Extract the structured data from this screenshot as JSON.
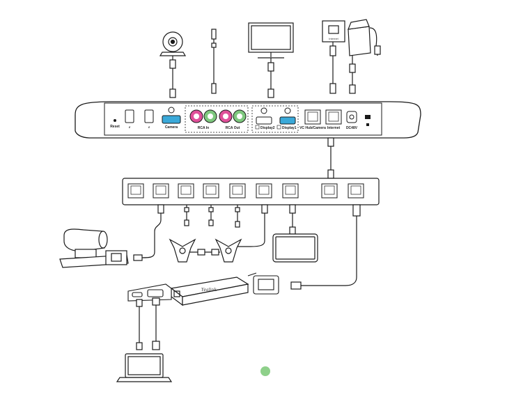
{
  "hub": {
    "reset": "Reset",
    "camera": "Camera",
    "rca_in": "RCA In",
    "rca_out": "RCA Out",
    "display2": "Display2",
    "display1": "Display1",
    "vc_hub": "VC Hub/Camera",
    "internet": "Internet",
    "dc48v": "DC48V"
  },
  "internet_wall_label": "Internet",
  "box_brand": "Yealink",
  "colors": {
    "line": "#1a1a1a",
    "rca_pink": "#e0509a",
    "rca_green": "#7ec87e",
    "hdmi_blue": "#3aa9d9",
    "page_dot": "#8ed08a"
  }
}
